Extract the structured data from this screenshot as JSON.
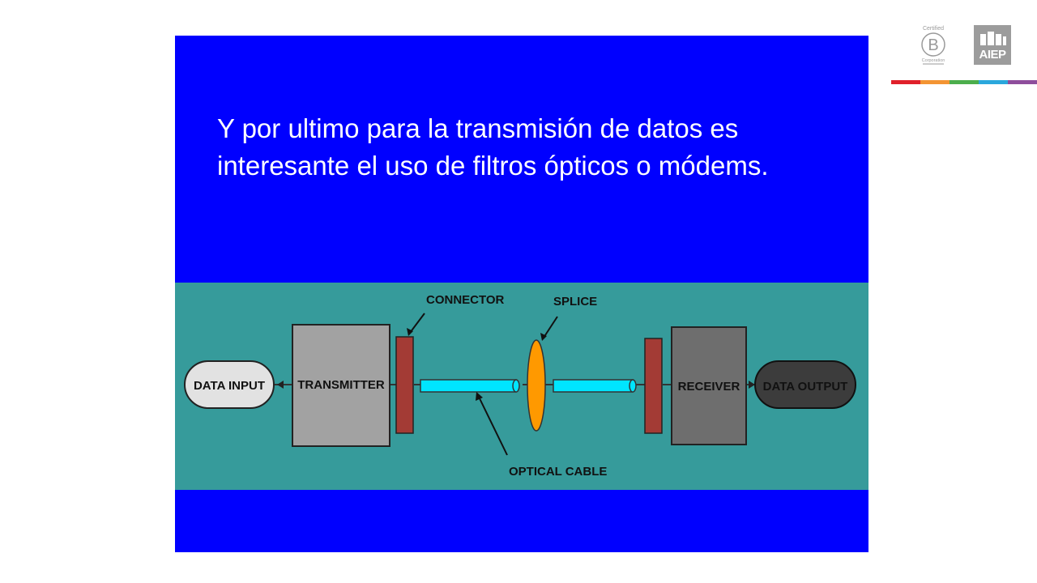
{
  "slide": {
    "text": "Y por ultimo para la transmisión de datos  es interesante el uso de filtros ópticos o módems."
  },
  "diagram": {
    "labels": {
      "data_input": "DATA INPUT",
      "transmitter": "TRANSMITTER",
      "connector": "CONNECTOR",
      "splice": "SPLICE",
      "optical_cable": "OPTICAL CABLE",
      "receiver": "RECEIVER",
      "data_output": "DATA OUTPUT"
    },
    "colors": {
      "band": "#369b9b",
      "transmitter": "#a2a2a2",
      "receiver": "#6e6e6e",
      "connector": "#a33b35",
      "cable": "#00e5ff",
      "splice": "#ff9900",
      "data_input": "#e2e2e2",
      "data_output": "#3c3c3c"
    }
  },
  "branding": {
    "certified_top": "Certified",
    "certified_letter": "B",
    "certified_bottom": "Corporation",
    "aiep": "AIEP",
    "stripe_colors": [
      "#e0202a",
      "#f39433",
      "#4cae4c",
      "#2aa7dc",
      "#8e4e9c"
    ]
  }
}
